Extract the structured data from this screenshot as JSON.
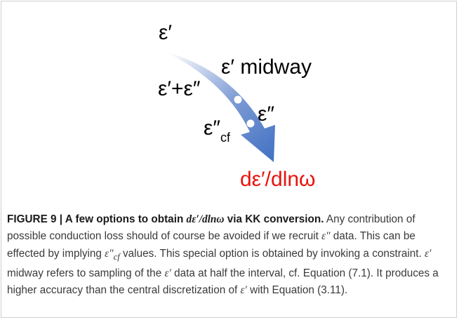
{
  "diagram": {
    "label_eps1": "ε′",
    "label_midway": "ε′ midway",
    "label_sum": "ε′+ε″",
    "label_eps2": "ε″",
    "label_cf_main": "ε″",
    "label_cf_sub": "cf",
    "label_result": "dε′/dlnω",
    "colors": {
      "arrow_start": "#ffffff",
      "arrow_end": "#4472c4",
      "dot": "#ffffff",
      "result_text": "#e8140e"
    }
  },
  "caption": {
    "title": "FIGURE 9 | A few options to obtain ",
    "title_math": "dε′/dlnω",
    "title_end": " via KK conversion.",
    "t1": " Any contribution of possible conduction loss should of course be avoided if we recruit ",
    "m1": "ε″",
    "t2": " data. This can be effected by implying ",
    "m2": "ε″",
    "m2_sub": "cf",
    "t3": " values. This special option is obtained by invoking a constraint. ",
    "m3": "ε′",
    "t4": " midway refers to sampling of the ",
    "m4": "ε′",
    "t5": " data at half the interval, cf. Equation (7.1). It produces a higher accuracy than the central discretization of ",
    "m5": "ε′",
    "t6": " with Equation (3.11)."
  }
}
